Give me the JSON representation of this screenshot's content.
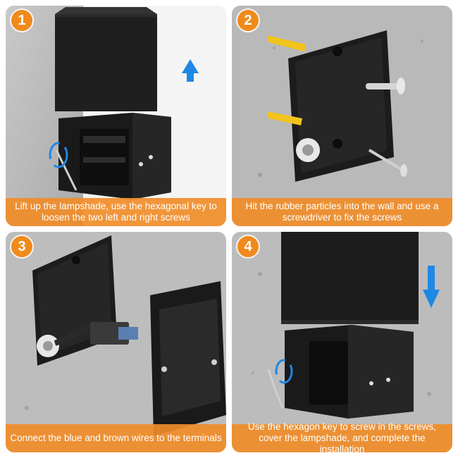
{
  "steps": [
    {
      "number": "1",
      "caption": "Lift up the lampshade, use the hexagonal key to loosen the two left and right screws"
    },
    {
      "number": "2",
      "caption": "Hit the rubber particles into the wall and use a screwdriver to fix the screws"
    },
    {
      "number": "3",
      "caption": "Connect the blue and brown wires to the terminals"
    },
    {
      "number": "4",
      "caption": "Use the hexagon key to screw in the screws, cover the lampshade, and complete the installation"
    }
  ],
  "colors": {
    "badge": "#f08a1c",
    "caption_bar": "#f08a1c",
    "arrow": "#1e88e5",
    "product": "#1c1c1c",
    "wall": "#b8b8b8"
  },
  "icons": {
    "step1_arrow": "arrow-up-icon",
    "step4_arrow": "arrow-down-icon",
    "hex_key": "hex-key-icon"
  }
}
